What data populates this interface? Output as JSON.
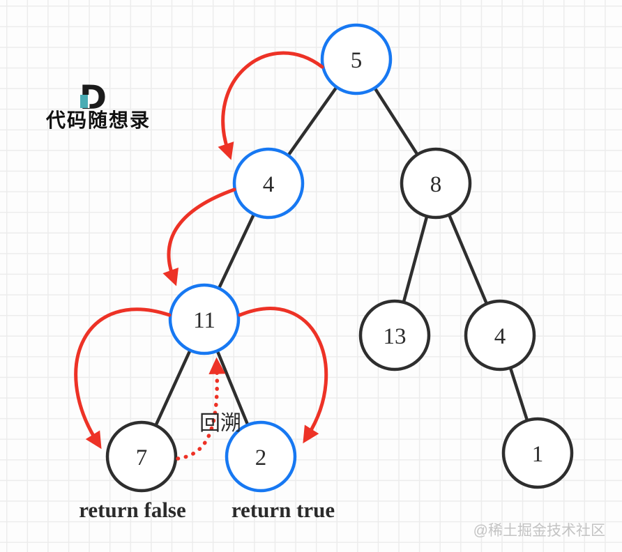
{
  "logo": {
    "brand_letter": "D",
    "brand_name": "代码随想录"
  },
  "watermark": {
    "text": "@稀土掘金技术社区"
  },
  "colors": {
    "highlight_blue": "#1778f2",
    "node_black": "#2e2e2e",
    "arrow_red": "#ed3226",
    "logo_teal": "#4aacb4",
    "text_black": "#2b2b2b",
    "watermark_gray": "#c3c3c3"
  },
  "tree": {
    "description": "Binary tree traversal for path-sum, highlighted path 5-4-11-2",
    "nodes": [
      {
        "id": "root",
        "value": "5",
        "highlighted": true
      },
      {
        "id": "l",
        "value": "4",
        "highlighted": true
      },
      {
        "id": "r",
        "value": "8",
        "highlighted": false
      },
      {
        "id": "ll",
        "value": "11",
        "highlighted": true
      },
      {
        "id": "rl",
        "value": "13",
        "highlighted": false
      },
      {
        "id": "rr",
        "value": "4",
        "highlighted": false
      },
      {
        "id": "lll",
        "value": "7",
        "highlighted": false
      },
      {
        "id": "llr",
        "value": "2",
        "highlighted": true
      },
      {
        "id": "rrr",
        "value": "1",
        "highlighted": false
      }
    ],
    "edges": [
      [
        "root",
        "l"
      ],
      [
        "root",
        "r"
      ],
      [
        "l",
        "ll"
      ],
      [
        "r",
        "rl"
      ],
      [
        "r",
        "rr"
      ],
      [
        "ll",
        "lll"
      ],
      [
        "ll",
        "llr"
      ],
      [
        "rr",
        "rrr"
      ]
    ]
  },
  "annotations": {
    "backtrack_label": "回溯",
    "left_result": "return false",
    "right_result": "return true",
    "traversal_arrows": [
      {
        "from": "5",
        "to": "4",
        "style": "solid"
      },
      {
        "from": "4",
        "to": "11",
        "style": "solid"
      },
      {
        "from": "11",
        "to": "7",
        "style": "solid"
      },
      {
        "from": "11",
        "to": "2",
        "style": "solid"
      },
      {
        "from": "7",
        "to": "11",
        "style": "dotted",
        "meaning": "backtrack"
      }
    ]
  }
}
